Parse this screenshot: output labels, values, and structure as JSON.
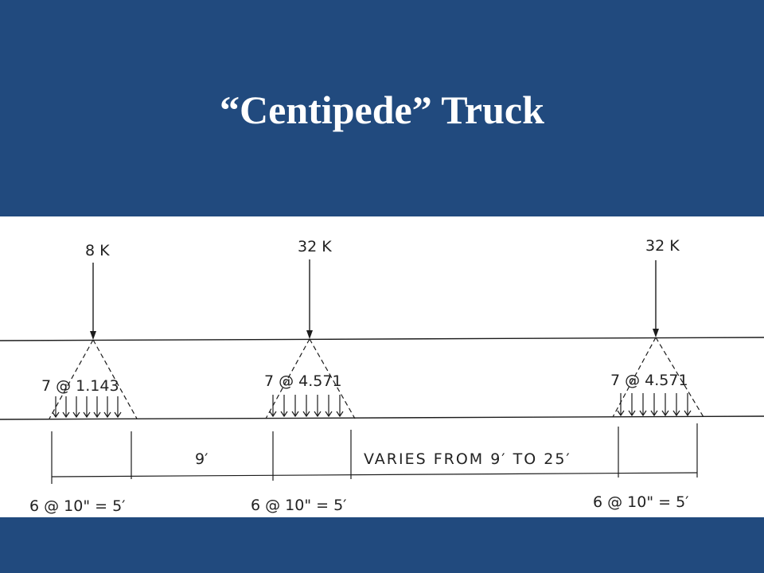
{
  "slide": {
    "title": "“Centipede” Truck"
  },
  "diagram": {
    "axles": [
      {
        "load": "8 K",
        "distribution": "7 @ 1.143",
        "spacing_note": "6 @ 10\" = 5′"
      },
      {
        "load": "32 K",
        "distribution": "7 @ 4.571",
        "spacing_note": "6 @ 10\" = 5′"
      },
      {
        "load": "32 K",
        "distribution": "7 @ 4.571",
        "spacing_note": "6 @ 10\" = 5′"
      }
    ],
    "dimensions": {
      "first_gap": "9′",
      "second_gap": "VARIES FROM 9′ TO 25′"
    }
  }
}
